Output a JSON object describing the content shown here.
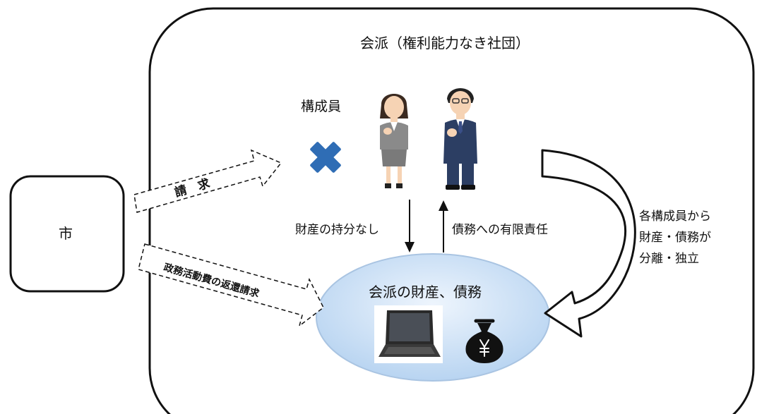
{
  "group": {
    "title": "会派（権利能力なき社団）"
  },
  "members": {
    "label": "構成員"
  },
  "city": {
    "label": "市"
  },
  "claim": {
    "label": "請　求"
  },
  "refund_claim": {
    "label": "政務活動費の返還請求"
  },
  "no_share": {
    "label": "財産の持分なし"
  },
  "limited_liability": {
    "label": "債務への有限責任"
  },
  "assets": {
    "label": "会派の財産、債務"
  },
  "separation": {
    "lines": [
      "各構成員から",
      "財産・債務が",
      "分離・独立"
    ]
  },
  "colors": {
    "cross": "#2f6db5",
    "ellipse": "#c4dcf5",
    "suit_male": "#2c3e63",
    "suit_female": "#8a8a8a"
  },
  "icons": [
    "cross-mark-icon",
    "female-member-icon",
    "male-member-icon",
    "laptop-icon",
    "yen-money-bag-icon"
  ]
}
